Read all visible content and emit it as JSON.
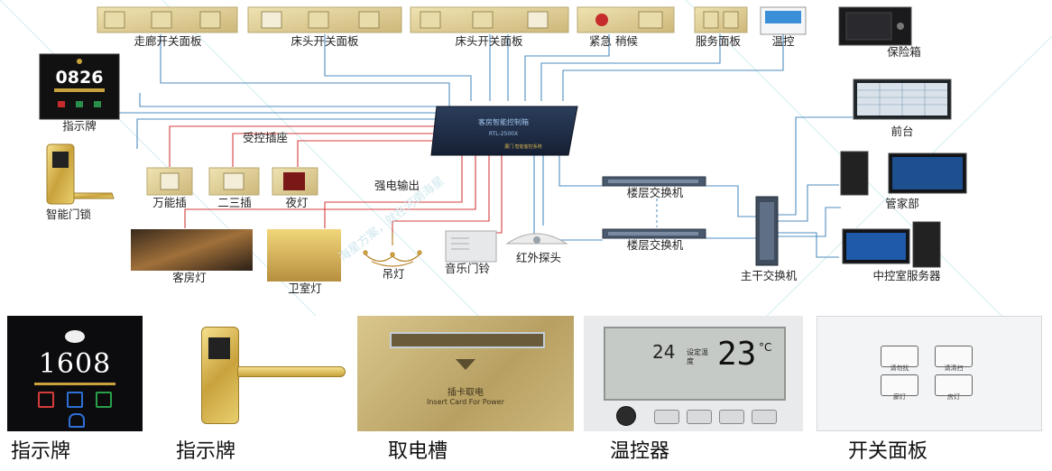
{
  "top": {
    "panels": {
      "corridor": "走廊开关面板",
      "bedhead1": "床头开关面板",
      "bedhead2": "床头开关面板",
      "emergency": "紧急 稍候",
      "service": "服务面板",
      "thermo": "温控"
    },
    "safe": "保险箱",
    "reception": "前台",
    "housekeeping": "管家部",
    "server": "中控室服务器",
    "floor_switch1": "楼层交换机",
    "floor_switch2": "楼层交换机",
    "main_switch": "主干交换机",
    "controller_title": "客房智能控制箱",
    "controller_model": "RTL-2500X",
    "controller_footer": "厦门·智能客控系统",
    "sign_number": "0826",
    "sign_label": "指示牌",
    "lock_label": "智能门锁",
    "controlled_sockets": "受控插座",
    "universal_socket": "万能插",
    "two_three_socket": "二三插",
    "night_light": "夜灯",
    "power_output": "强电输出",
    "room_light": "客房灯",
    "bath_light": "卫室灯",
    "chandelier": "吊灯",
    "music_doorbell": "音乐门铃",
    "ir_sensor": "红外探头"
  },
  "bottom": {
    "sign_number": "1608",
    "card_power_cn": "插卡取电",
    "card_power_en": "Insert Card For Power",
    "thermo_setting": "设定温度",
    "thermo_value": "23",
    "thermo_room": "24",
    "thermo_unit": "°C",
    "switch_buttons": [
      "请勿扰",
      "请清扫",
      "廊灯",
      "房灯"
    ],
    "captions": [
      "指示牌",
      "指示牌",
      "取电槽",
      "温控器",
      "开关面板"
    ]
  },
  "watermark": "海星方案，就在河南海星"
}
